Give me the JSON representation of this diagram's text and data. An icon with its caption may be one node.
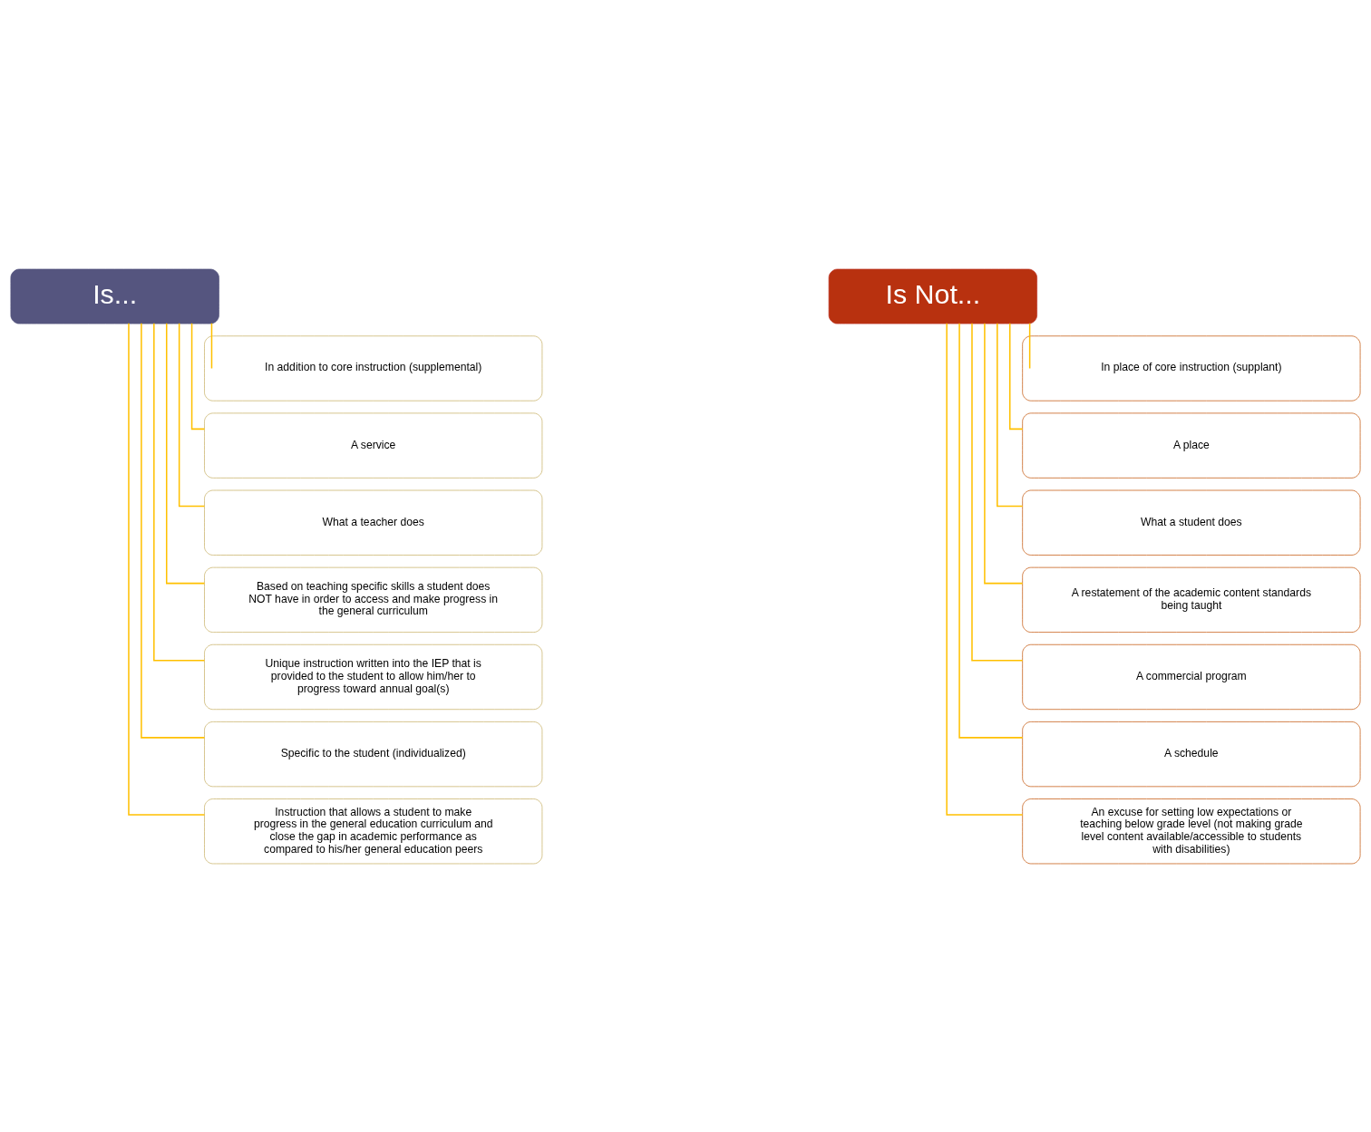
{
  "diagram": {
    "nodes": [
      {
        "text": [
          "Is..."
        ]
      },
      {
        "text": [
          "In addition to core instruction (supplemental)"
        ]
      },
      {
        "text": [
          "A service"
        ]
      },
      {
        "text": [
          "What a teacher does"
        ]
      },
      {
        "text": [
          "Based on teaching specific skills a student does NOT have in order to access and make progress in the general curriculum"
        ]
      },
      {
        "text": [
          "Unique instruction written into the IEP that is provided to the student to allow him/her to progress toward annual goal(s)"
        ]
      },
      {
        "text": [
          "Specific to the student (individualized)"
        ]
      },
      {
        "text": [
          "Instruction that allows a student to make progress in the general education curriculum and close the gap in academic performance as compared to his/her general education peers"
        ]
      },
      {
        "text": [
          "Is Not..."
        ]
      },
      {
        "text": [
          "In place of core instruction (supplant)"
        ]
      },
      {
        "text": [
          "A place"
        ]
      },
      {
        "text": [
          "What a student does"
        ]
      },
      {
        "text": [
          "A restatement of the academic content standards being taught"
        ]
      },
      {
        "text": [
          "A commercial program"
        ]
      },
      {
        "text": [
          "A schedule"
        ]
      },
      {
        "text": [
          "An excuse for setting low expectations or teaching below grade level (not making grade level content available/accessible to students with disabilities)"
        ]
      }
    ],
    "edges": [
      {
        "from": 0,
        "to": 1,
        "arrow": "none"
      },
      {
        "from": 0,
        "to": 2,
        "arrow": "none"
      },
      {
        "from": 0,
        "to": 3,
        "arrow": "none"
      },
      {
        "from": 0,
        "to": 4,
        "arrow": "none"
      },
      {
        "from": 0,
        "to": 5,
        "arrow": "none"
      },
      {
        "from": 0,
        "to": 6,
        "arrow": "none"
      },
      {
        "from": 0,
        "to": 7,
        "arrow": "none"
      },
      {
        "from": 8,
        "to": 9,
        "arrow": "none"
      },
      {
        "from": 8,
        "to": 10,
        "arrow": "none"
      },
      {
        "from": 8,
        "to": 11,
        "arrow": "none"
      },
      {
        "from": 8,
        "to": 12,
        "arrow": "none"
      },
      {
        "from": 8,
        "to": 13,
        "arrow": "none"
      },
      {
        "from": 8,
        "to": 14,
        "arrow": "none"
      },
      {
        "from": 8,
        "to": 15,
        "arrow": "none"
      }
    ]
  }
}
